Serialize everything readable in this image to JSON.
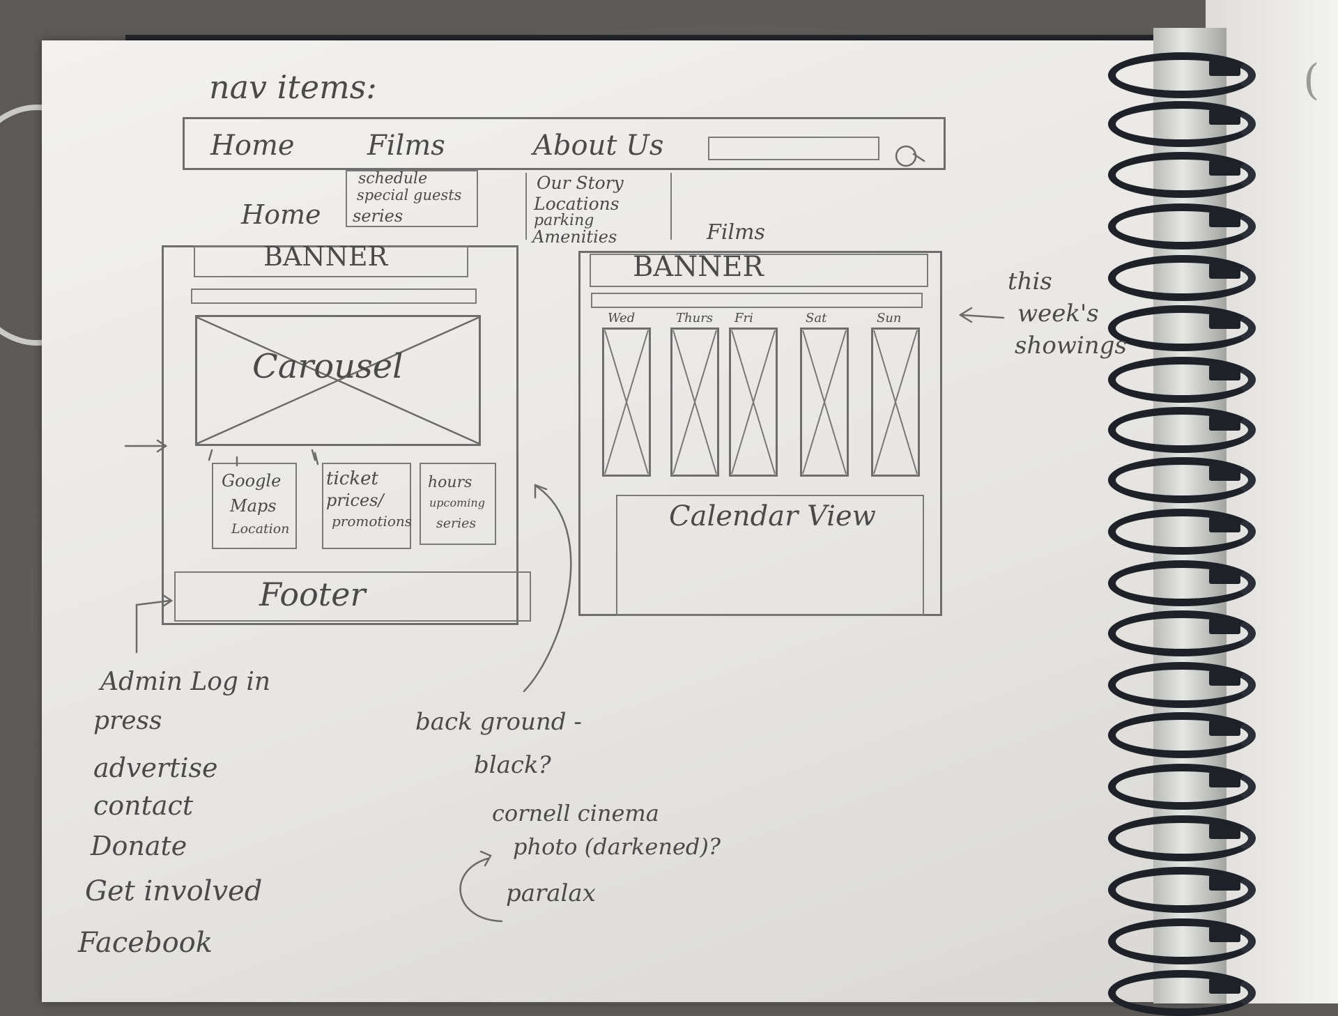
{
  "nav_heading": "nav items:",
  "nav_bar": {
    "items": [
      "Home",
      "Films",
      "About Us"
    ],
    "search_icon": "search-icon"
  },
  "films_dropdown": [
    "schedule",
    "special guests",
    "series"
  ],
  "about_dropdown": [
    "Our Story",
    "Locations",
    "parking",
    "Amenities"
  ],
  "home_wireframe": {
    "label": "Home",
    "banner": "BANNER",
    "carousel": "Carousel",
    "tiles": [
      [
        "Google",
        "Maps",
        "Location"
      ],
      [
        "ticket",
        "prices/",
        "promotions"
      ],
      [
        "hours",
        "upcoming",
        "series"
      ]
    ],
    "footer": "Footer"
  },
  "films_wireframe": {
    "label": "Films",
    "banner": "BANNER",
    "days": [
      "Wed",
      "Thurs",
      "Fri",
      "Sat",
      "Sun"
    ],
    "calendar": "Calendar View"
  },
  "notes": {
    "showings": [
      "this",
      "week's",
      "showings"
    ],
    "footer_links": [
      "Admin Log in",
      "press",
      "advertise",
      "contact",
      "Donate",
      "Get involved",
      "Facebook"
    ],
    "background": [
      "back ground -",
      "black?",
      "cornell cinema",
      "photo (darkened)?",
      "paralax"
    ]
  }
}
